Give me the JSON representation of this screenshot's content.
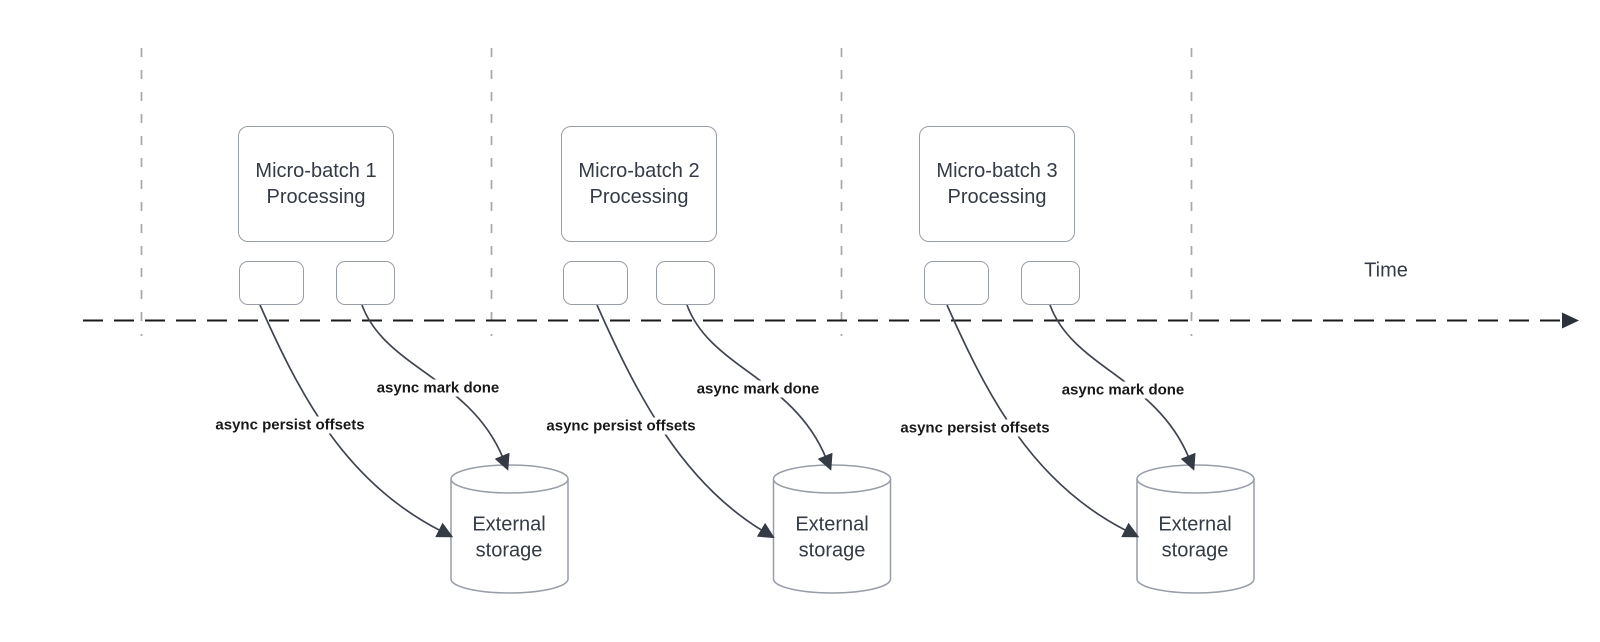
{
  "timeline": {
    "label": "Time"
  },
  "groups": [
    {
      "box_label": "Micro-batch 1 Processing",
      "persist_label": "async persist offsets",
      "done_label": "async mark done",
      "storage_label": "External storage"
    },
    {
      "box_label": "Micro-batch 2 Processing",
      "persist_label": "async persist offsets",
      "done_label": "async mark done",
      "storage_label": "External storage"
    },
    {
      "box_label": "Micro-batch 3 Processing",
      "persist_label": "async persist offsets",
      "done_label": "async mark done",
      "storage_label": "External storage"
    }
  ],
  "colors": {
    "box_border": "#979ea8",
    "connector": "#3f4550",
    "arrowhead": "#353b45",
    "timeline_axis": "#1a1a1a",
    "guide_line": "#a8a8a8",
    "node_text": "#343b46",
    "edge_label_text": "#191919",
    "background": "#ffffff"
  }
}
